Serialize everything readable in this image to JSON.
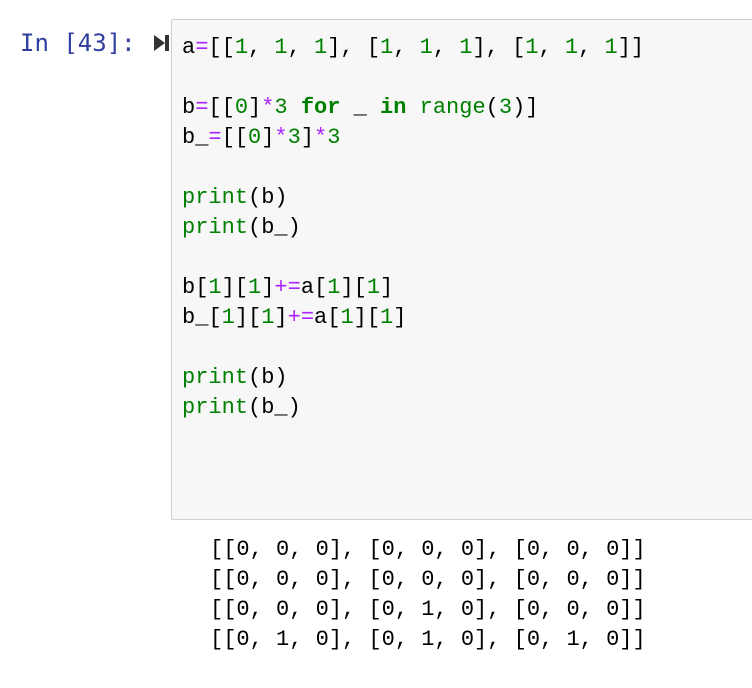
{
  "cell": {
    "prompt": "In [43]:",
    "execution_count": 43,
    "run_icon": "run-cell-icon",
    "code_lines": [
      {
        "tokens": [
          [
            "n",
            "a"
          ],
          [
            "op",
            "="
          ],
          [
            "n",
            "[["
          ],
          [
            "num",
            "1"
          ],
          [
            "n",
            ", "
          ],
          [
            "num",
            "1"
          ],
          [
            "n",
            ", "
          ],
          [
            "num",
            "1"
          ],
          [
            "n",
            "], ["
          ],
          [
            "num",
            "1"
          ],
          [
            "n",
            ", "
          ],
          [
            "num",
            "1"
          ],
          [
            "n",
            ", "
          ],
          [
            "num",
            "1"
          ],
          [
            "n",
            "], ["
          ],
          [
            "num",
            "1"
          ],
          [
            "n",
            ", "
          ],
          [
            "num",
            "1"
          ],
          [
            "n",
            ", "
          ],
          [
            "num",
            "1"
          ],
          [
            "n",
            "]]"
          ]
        ]
      },
      {
        "blank": true
      },
      {
        "tokens": [
          [
            "n",
            "b"
          ],
          [
            "op",
            "="
          ],
          [
            "n",
            "[["
          ],
          [
            "num",
            "0"
          ],
          [
            "n",
            "]"
          ],
          [
            "op",
            "*"
          ],
          [
            "num",
            "3"
          ],
          [
            "n",
            " "
          ],
          [
            "kw",
            "for"
          ],
          [
            "n",
            " _ "
          ],
          [
            "kw",
            "in"
          ],
          [
            "n",
            " "
          ],
          [
            "bi",
            "range"
          ],
          [
            "n",
            "("
          ],
          [
            "num",
            "3"
          ],
          [
            "n",
            ")]"
          ]
        ]
      },
      {
        "tokens": [
          [
            "n",
            "b_"
          ],
          [
            "op",
            "="
          ],
          [
            "n",
            "[["
          ],
          [
            "num",
            "0"
          ],
          [
            "n",
            "]"
          ],
          [
            "op",
            "*"
          ],
          [
            "num",
            "3"
          ],
          [
            "n",
            "]"
          ],
          [
            "op",
            "*"
          ],
          [
            "num",
            "3"
          ]
        ]
      },
      {
        "blank": true
      },
      {
        "tokens": [
          [
            "bi",
            "print"
          ],
          [
            "n",
            "(b)"
          ]
        ]
      },
      {
        "tokens": [
          [
            "bi",
            "print"
          ],
          [
            "n",
            "(b_)"
          ]
        ]
      },
      {
        "blank": true
      },
      {
        "tokens": [
          [
            "n",
            "b["
          ],
          [
            "num",
            "1"
          ],
          [
            "n",
            "]["
          ],
          [
            "num",
            "1"
          ],
          [
            "n",
            "]"
          ],
          [
            "op",
            "+="
          ],
          [
            "n",
            "a["
          ],
          [
            "num",
            "1"
          ],
          [
            "n",
            "]["
          ],
          [
            "num",
            "1"
          ],
          [
            "n",
            "]"
          ]
        ]
      },
      {
        "tokens": [
          [
            "n",
            "b_["
          ],
          [
            "num",
            "1"
          ],
          [
            "n",
            "]["
          ],
          [
            "num",
            "1"
          ],
          [
            "n",
            "]"
          ],
          [
            "op",
            "+="
          ],
          [
            "n",
            "a["
          ],
          [
            "num",
            "1"
          ],
          [
            "n",
            "]["
          ],
          [
            "num",
            "1"
          ],
          [
            "n",
            "]"
          ]
        ]
      },
      {
        "blank": true
      },
      {
        "tokens": [
          [
            "bi",
            "print"
          ],
          [
            "n",
            "(b)"
          ]
        ]
      },
      {
        "tokens": [
          [
            "bi",
            "print"
          ],
          [
            "n",
            "(b_)"
          ]
        ]
      }
    ],
    "output_lines": [
      "[[0, 0, 0], [0, 0, 0], [0, 0, 0]]",
      "[[0, 0, 0], [0, 0, 0], [0, 0, 0]]",
      "[[0, 0, 0], [0, 1, 0], [0, 0, 0]]",
      "[[0, 1, 0], [0, 1, 0], [0, 1, 0]]"
    ]
  },
  "colors": {
    "prompt": "#303f9f",
    "cell_background": "#f7f7f7",
    "cell_border": "#cfcfcf",
    "number": "#008000",
    "operator": "#aa22ff",
    "keyword": "#008000",
    "builtin": "#008000",
    "text": "#000000"
  }
}
